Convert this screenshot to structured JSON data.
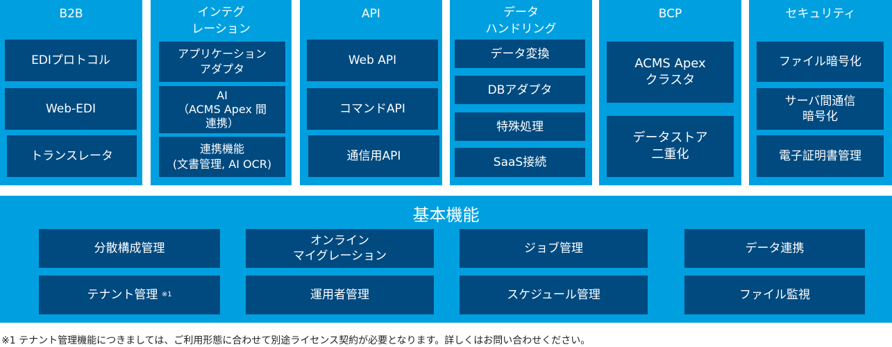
{
  "columns": [
    {
      "title": "B2B",
      "items": [
        "EDIプロトコル",
        "Web-EDI",
        "トランスレータ"
      ]
    },
    {
      "title": "インテグ\nレーション",
      "items": [
        "アプリケーション\nアダプタ",
        "AI\n（ACMS Apex 間\n連携）",
        "連携機能\n(文書管理, AI OCR)"
      ]
    },
    {
      "title": "API",
      "items": [
        "Web API",
        "コマンドAPI",
        "通信用API"
      ]
    },
    {
      "title": "データ\nハンドリング",
      "items": [
        "データ変換",
        "DBアダプタ",
        "特殊処理",
        "SaaS接続"
      ]
    },
    {
      "title": "BCP",
      "items": [
        "ACMS Apex\nクラスタ",
        "データストア\n二重化"
      ]
    },
    {
      "title": "セキュリティ",
      "items": [
        "ファイル暗号化",
        "サーバ間通信\n暗号化",
        "電子証明書管理"
      ]
    }
  ],
  "base": {
    "title": "基本機能",
    "items": [
      "分散構成管理",
      "オンライン\nマイグレーション",
      "ジョブ管理",
      "データ連携",
      "テナント管理",
      "運用者管理",
      "スケジュール管理",
      "ファイル監視"
    ],
    "note_mark": "※1"
  },
  "footnote": "※1 テナント管理機能につきましては、ご利用形態に合わせて別途ライセンス契約が必要となります。詳しくはお問い合わせください。",
  "colors": {
    "light": "#00a0e0",
    "dark": "#004a80"
  }
}
